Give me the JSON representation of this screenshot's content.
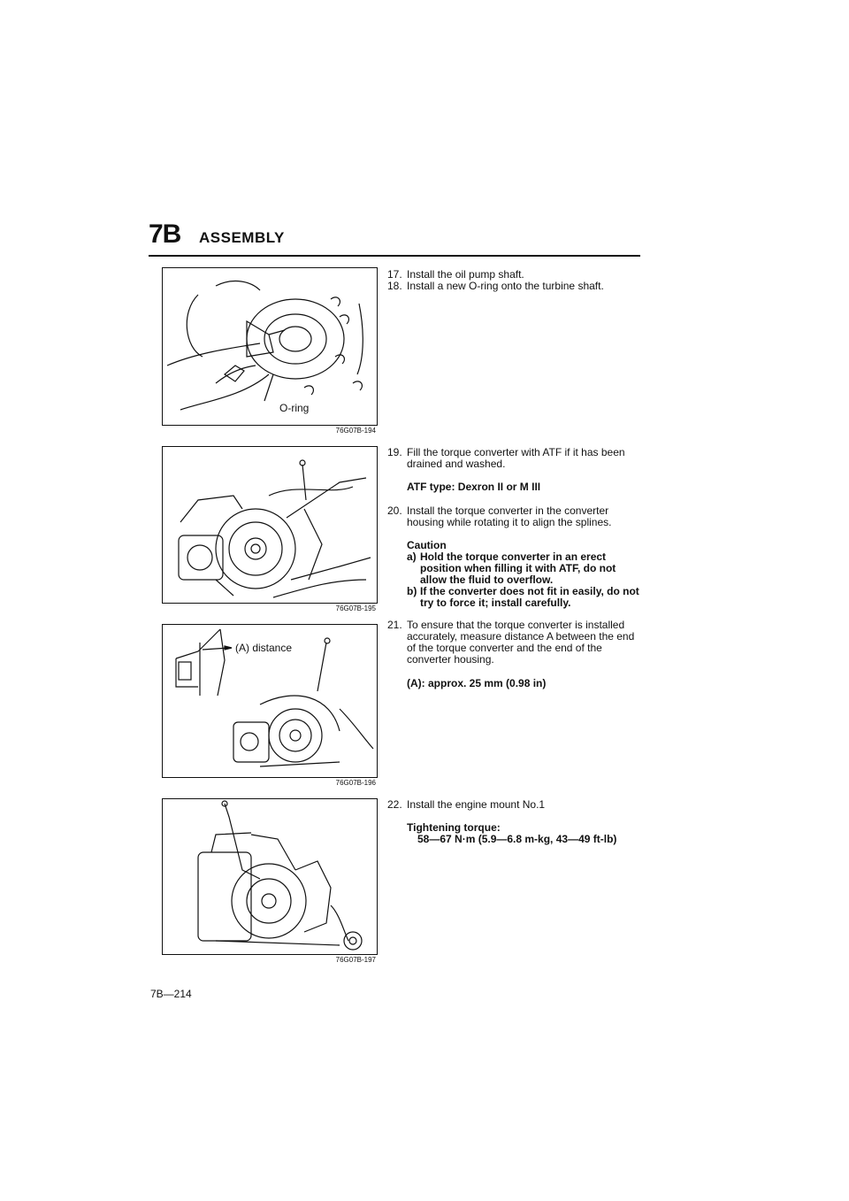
{
  "header": {
    "section_number": "7B",
    "section_title": "ASSEMBLY"
  },
  "figures": [
    {
      "code": "76G07B-194",
      "label": "O-ring"
    },
    {
      "code": "76G07B-195"
    },
    {
      "code": "76G07B-196",
      "label": "(A) distance"
    },
    {
      "code": "76G07B-197"
    }
  ],
  "steps": {
    "s17": {
      "num": "17.",
      "text": "Install the oil pump shaft."
    },
    "s18": {
      "num": "18.",
      "text": "Install a new O-ring onto the turbine shaft."
    },
    "s19": {
      "num": "19.",
      "text": "Fill the torque converter with ATF if it has been drained and washed."
    },
    "atf_spec": "ATF type: Dexron II or M III",
    "s20": {
      "num": "20.",
      "text": "Install the torque converter in the converter housing while rotating it to align the splines."
    },
    "caution_title": "Caution",
    "caution_a_letter": "a)",
    "caution_a": "Hold the torque converter in an erect position when filling it with ATF, do not allow the fluid to overflow.",
    "caution_b_letter": "b)",
    "caution_b": "If the converter does not fit in easily, do not try to force it; install carefully.",
    "s21": {
      "num": "21.",
      "text": "To ensure that the torque converter is installed accurately, measure distance A between the end of the torque converter and the end of the converter housing."
    },
    "distance_spec": "(A): approx. 25 mm (0.98 in)",
    "s22": {
      "num": "22.",
      "text": "Install the engine mount No.1"
    },
    "torque_title": "Tightening torque:",
    "torque_value": "58—67 N·m (5.9—6.8 m-kg, 43—49 ft-lb)"
  },
  "page_number": "7B—214"
}
